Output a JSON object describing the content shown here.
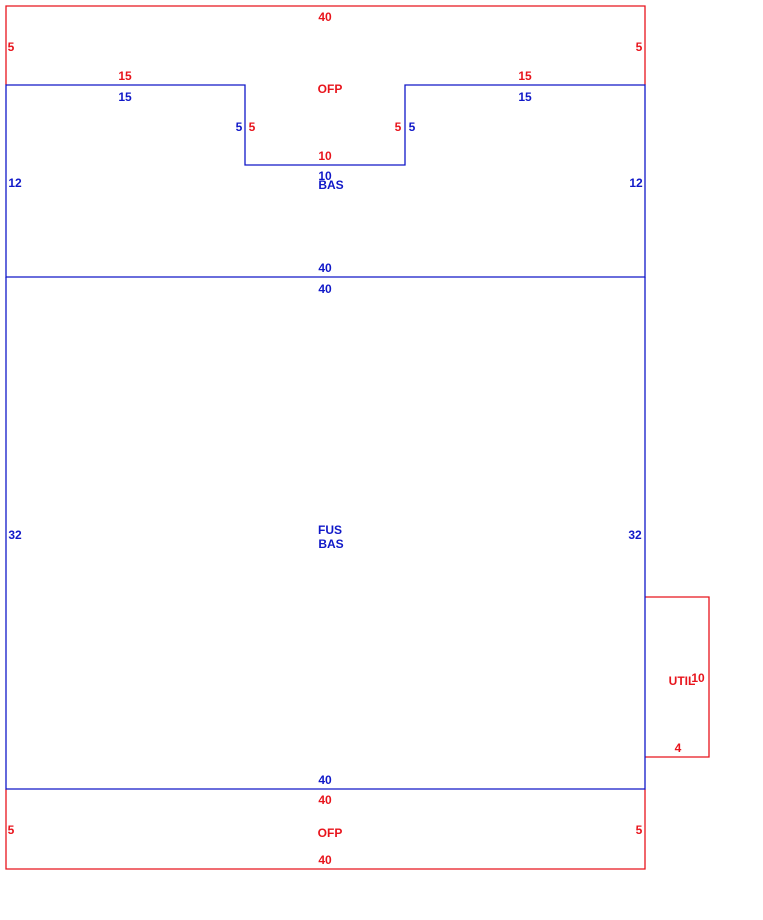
{
  "colors": {
    "ofp": "#e8141c",
    "bas": "#1018c8",
    "util": "#e8141c"
  },
  "areas": {
    "ofp_top": {
      "name": "OFP",
      "top": "40",
      "left": "5",
      "right": "5",
      "left_run": "15",
      "right_run": "15",
      "notch_left": "5",
      "notch_right": "5",
      "notch_bottom": "10"
    },
    "bas_top": {
      "name": "BAS",
      "left_run": "15",
      "right_run": "15",
      "notch_left": "5",
      "notch_right": "5",
      "notch_bottom": "10",
      "left": "12",
      "right": "12",
      "bottom": "40"
    },
    "fus_bas": {
      "name_line1": "FUS",
      "name_line2": "BAS",
      "top": "40",
      "left": "32",
      "right": "32",
      "bottom": "40"
    },
    "util": {
      "name": "UTIL",
      "side": "10",
      "bottom": "4"
    },
    "ofp_bottom": {
      "name": "OFP",
      "top": "40",
      "left": "5",
      "right": "5",
      "bottom": "40"
    }
  }
}
